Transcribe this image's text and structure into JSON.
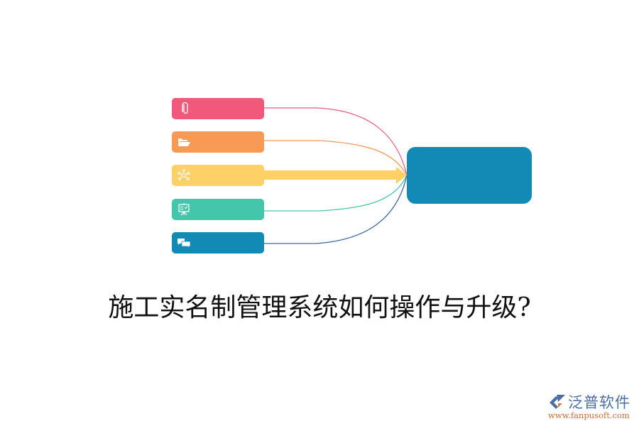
{
  "diagram": {
    "nodes": [
      {
        "id": "n0",
        "icon": "paperclip-icon",
        "color": "#f0587c"
      },
      {
        "id": "n1",
        "icon": "folder-open-icon",
        "color": "#f89955"
      },
      {
        "id": "n2",
        "icon": "network-hub-icon",
        "color": "#ffd066"
      },
      {
        "id": "n3",
        "icon": "presentation-board-icon",
        "color": "#43c6a9"
      },
      {
        "id": "n4",
        "icon": "chat-bubbles-icon",
        "color": "#128ab5"
      }
    ],
    "target": {
      "color": "#128ab5"
    },
    "edge_colors": [
      "#e85a7c",
      "#f89955",
      "#ffd066",
      "#43c6a9",
      "#3d68a6"
    ]
  },
  "title": "施工实名制管理系统如何操作与升级?",
  "logo": {
    "brand": "泛普软件",
    "url": "www.fanpusoft.com"
  }
}
